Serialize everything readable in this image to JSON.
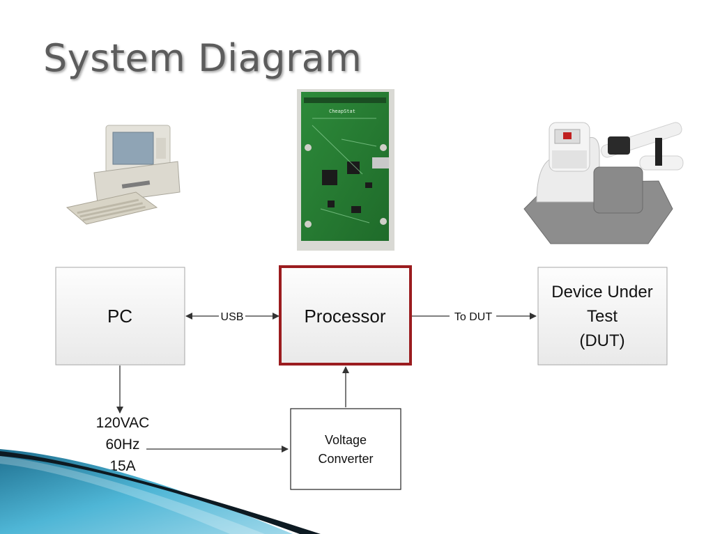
{
  "slide": {
    "title": "System Diagram"
  },
  "nodes": {
    "pc": "PC",
    "processor": "Processor",
    "dut_line1": "Device Under",
    "dut_line2": "Test",
    "dut_line3": "(DUT)",
    "converter_line1": "Voltage",
    "converter_line2": "Converter",
    "power_line1": "120VAC",
    "power_line2": "60Hz",
    "power_line3": "15A"
  },
  "edges": {
    "usb": "USB",
    "to_dut": "To DUT"
  },
  "colors": {
    "processor_border": "#9b1c1f",
    "box_border": "#9a9a9a",
    "arrow": "#333333",
    "accent_dark": "#0d1a22",
    "accent_blue": "#3aa6c8"
  },
  "images": {
    "pc_photo": "computer-icon",
    "board_photo": "circuit-board-icon",
    "dut_photo": "pool-pump-icon"
  }
}
